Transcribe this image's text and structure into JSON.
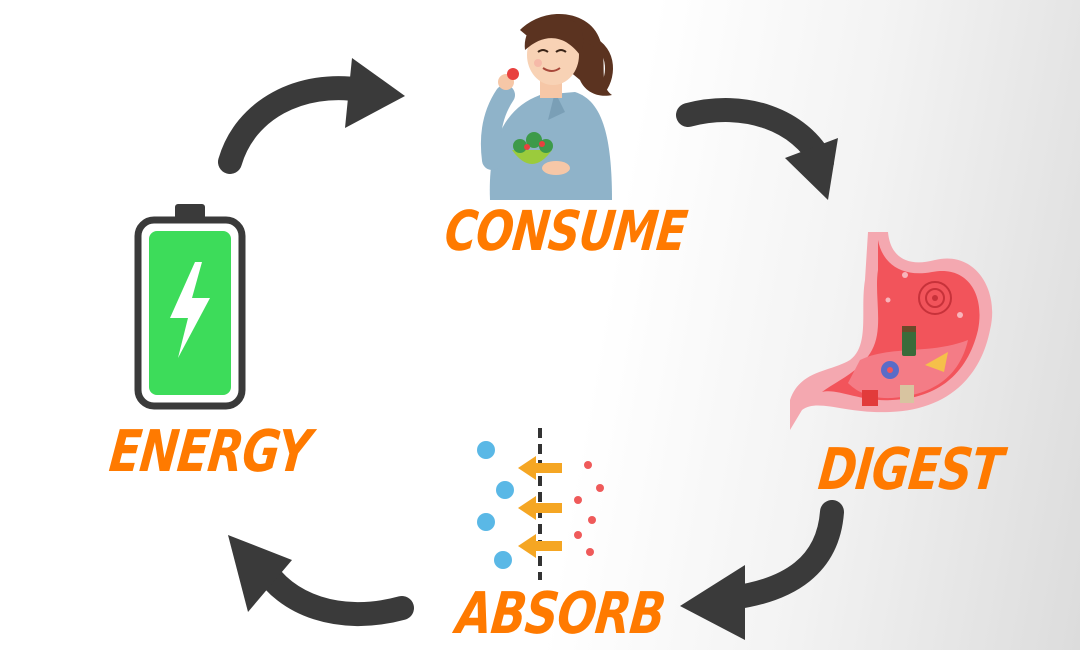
{
  "stages": {
    "consume": "CONSUME",
    "digest": "DIGEST",
    "absorb": "ABSORB",
    "energy": "ENERGY"
  },
  "colors": {
    "label": "#ff7a00",
    "arrow": "#3a3a3a",
    "battery_fill": "#3ddc5a",
    "stomach": "#f2545b",
    "absorb_arrow": "#f5a623",
    "molecule_blue": "#5ab8e6",
    "molecule_red": "#ef5a5a",
    "shirt": "#8fb3c9"
  },
  "icons": [
    "woman-eating-icon",
    "stomach-icon",
    "absorption-icon",
    "battery-icon",
    "cycle-arrow-icon"
  ]
}
